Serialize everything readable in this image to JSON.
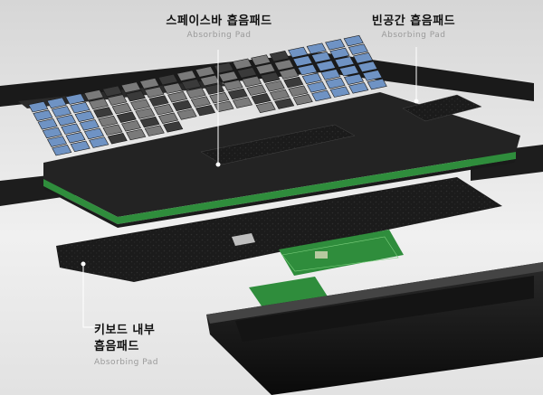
{
  "callouts": {
    "spacebar": {
      "label": "스페이스바 흡음패드",
      "sublabel": "Absorbing Pad"
    },
    "gap": {
      "label": "빈공간 흡음패드",
      "sublabel": "Absorbing Pad"
    },
    "internal": {
      "line1": "키보드 내부",
      "line2": "흡음패드",
      "sublabel": "Absorbing Pad"
    }
  },
  "colors": {
    "keycap_blue": "#6f93c4",
    "keycap_gray": "#7a7a7a",
    "keycap_dark": "#3a3a3a",
    "foam": "#1c1c1c",
    "pcb_green": "#2f8d3c"
  }
}
